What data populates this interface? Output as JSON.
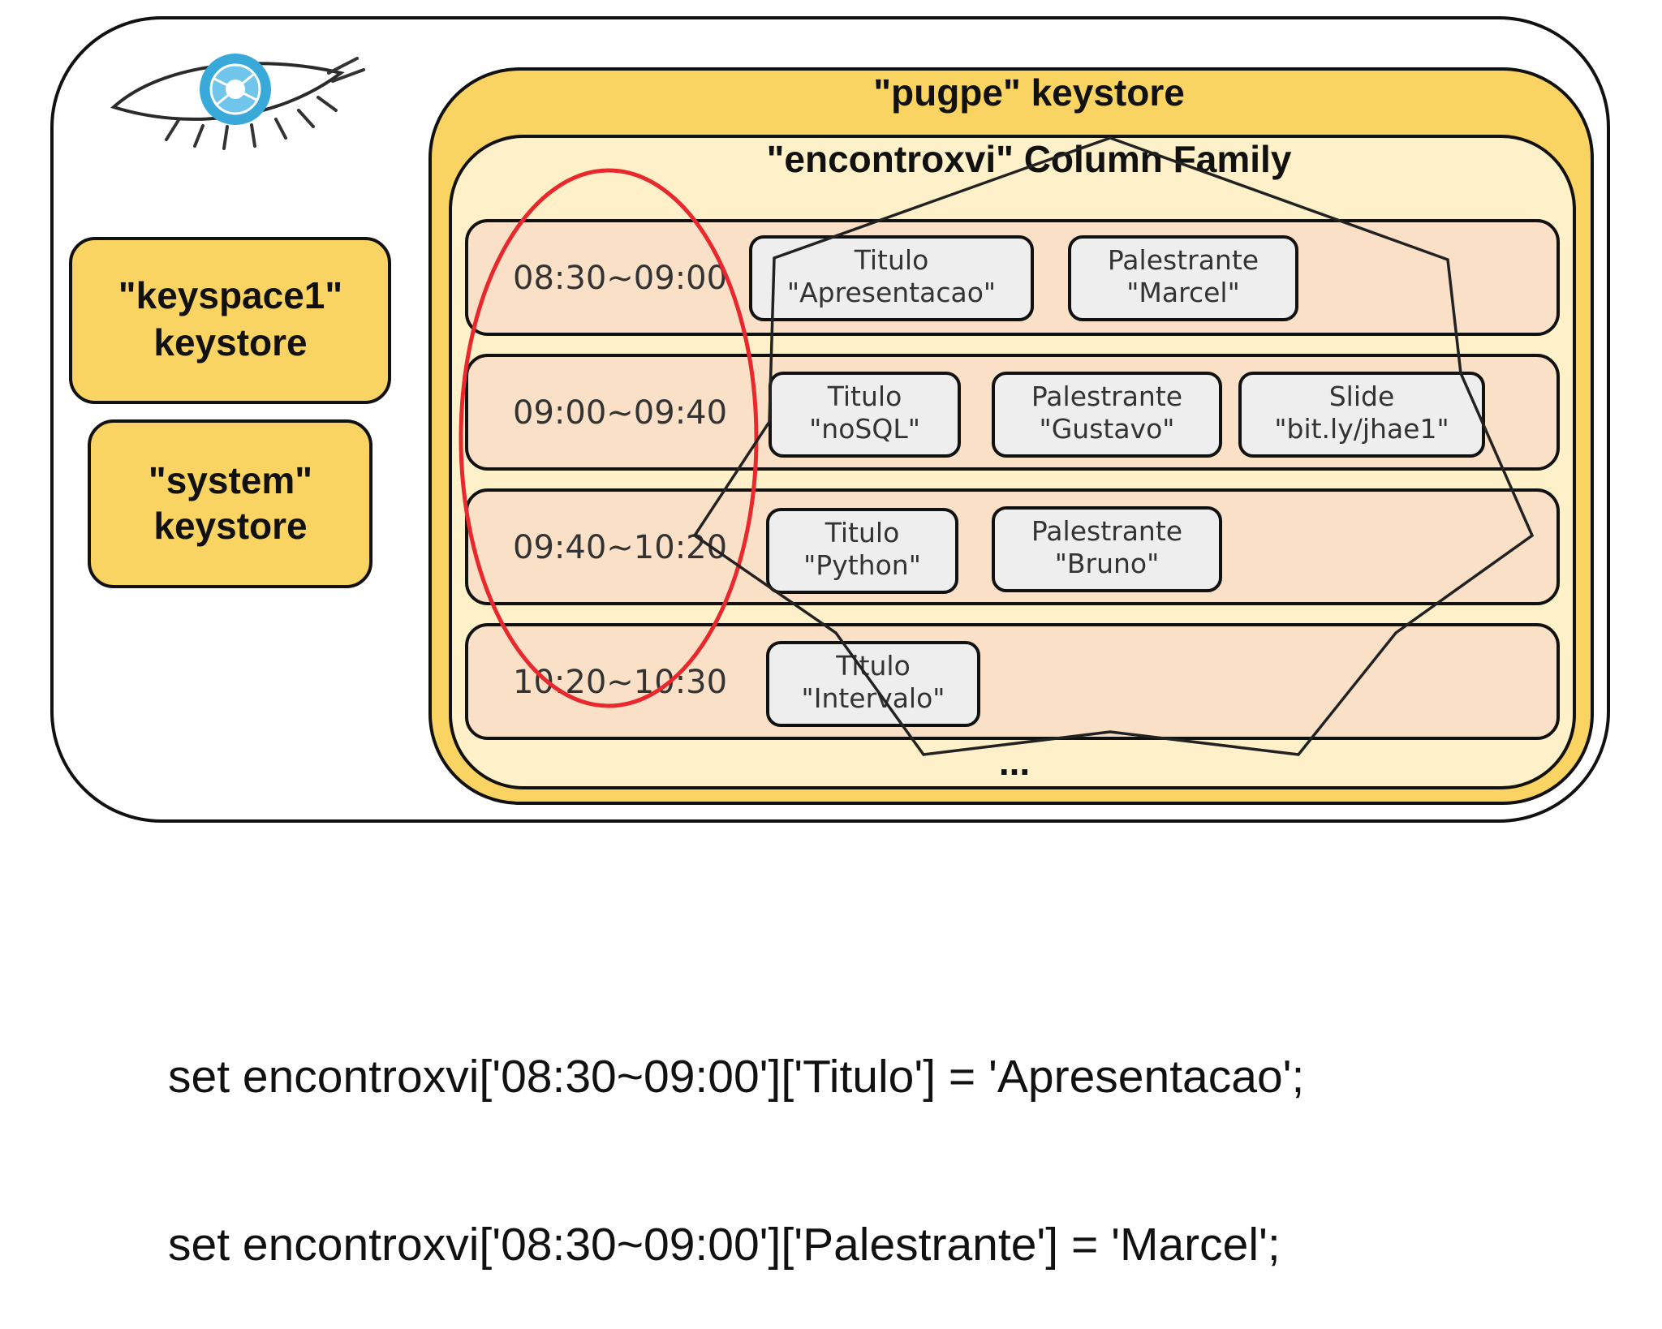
{
  "diagram": {
    "pugpe_keystore": "\"pugpe\" keystore",
    "column_family": "\"encontroxvi\" Column Family",
    "keyspace1_lines": [
      "\"keyspace1\"",
      "keystore"
    ],
    "system_lines": [
      "\"system\"",
      "keystore"
    ],
    "ellipsis": "...",
    "rows": [
      {
        "key": "08:30~09:00",
        "columns": [
          {
            "name": "Titulo",
            "value": "\"Apresentacao\""
          },
          {
            "name": "Palestrante",
            "value": "\"Marcel\""
          }
        ]
      },
      {
        "key": "09:00~09:40",
        "columns": [
          {
            "name": "Titulo",
            "value": "\"noSQL\""
          },
          {
            "name": "Palestrante",
            "value": "\"Gustavo\""
          },
          {
            "name": "Slide",
            "value": "\"bit.ly/jhae1\""
          }
        ]
      },
      {
        "key": "09:40~10:20",
        "columns": [
          {
            "name": "Titulo",
            "value": "\"Python\""
          },
          {
            "name": "Palestrante",
            "value": "\"Bruno\""
          }
        ]
      },
      {
        "key": "10:20~10:30",
        "columns": [
          {
            "name": "Titulo",
            "value": "\"Intervalo\""
          }
        ]
      }
    ]
  },
  "code_lines": [
    "set encontroxvi['08:30~09:00']['Titulo'] = 'Apresentacao';",
    "set encontroxvi['08:30~09:00']['Palestrante'] = 'Marcel';"
  ],
  "colors": {
    "keystore_fill": "#f9d462",
    "cf_fill": "#fef0c8",
    "row_fill": "#fbe0c8",
    "cell_fill": "#eeeeee",
    "highlight_ellipse": "#e8282c",
    "eye_iris": "#38a9d9"
  }
}
